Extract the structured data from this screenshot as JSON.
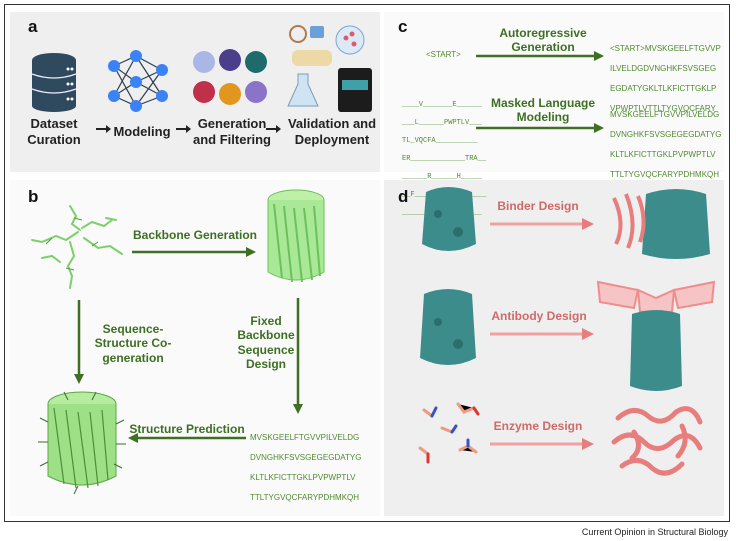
{
  "panel_a": {
    "label": "a",
    "steps": [
      {
        "label": "Dataset Curation",
        "icon": "database-icon"
      },
      {
        "label": "Modeling",
        "icon": "neural-network-icon"
      },
      {
        "label": "Generation and Filtering",
        "icon": "protein-blobs-icon"
      },
      {
        "label": "Validation and Deployment",
        "icon": "lab-equipment-icon"
      }
    ]
  },
  "panel_b": {
    "label": "b",
    "backbone_generation": "Backbone Generation",
    "co_generation": "Sequence-Structure Co-generation",
    "fixed_backbone": "Fixed Backbone Sequence Design",
    "structure_prediction": "Structure Prediction",
    "sequence": [
      "MVSKGEELFTGVVPILVELDG",
      "DVNGHKFSVSGEGEGDATYG",
      "KLTLKFICTTGKLPVPWPTLV",
      "TTLTYGVQCFARYPDHMKQH"
    ]
  },
  "panel_c": {
    "label": "c",
    "autoregressive": "Autoregressive Generation",
    "start_token": "<START>",
    "ar_output": [
      "<START>MVSKGEELFTGVVP",
      "ILVELDGDVNGHKFSVSGEG",
      "EGDATYGKLTLKFICTTGKLP",
      "VPWPTLVTTLTYGVQCFARY"
    ],
    "mlm": "Masked Language Modeling",
    "masked_input": [
      "____V_______E______",
      "___L______PWPTLV___",
      "TL_VQCFA__________",
      "ER_____________TRA__",
      "______R______H_____",
      "__F_____Y______H____",
      "_________L_________"
    ],
    "mlm_output": [
      "MVSKGEELFTGVVPILVELDG",
      "DVNGHKFSVSGEGEGDATYG",
      "KLTLKFICTTGKLPVPWPTLV",
      "TTLTYGVQCFARYPDHMKQH"
    ]
  },
  "panel_d": {
    "label": "d",
    "tasks": [
      "Binder Design",
      "Antibody Design",
      "Enzyme Design"
    ]
  },
  "footer": "Current Opinion in Structural Biology",
  "colors": {
    "green_dark": "#3e6f23",
    "green_light": "#8fd07a",
    "teal": "#3d8c8c",
    "salmon": "#e87d7d",
    "panel_bg": "#efefef"
  }
}
